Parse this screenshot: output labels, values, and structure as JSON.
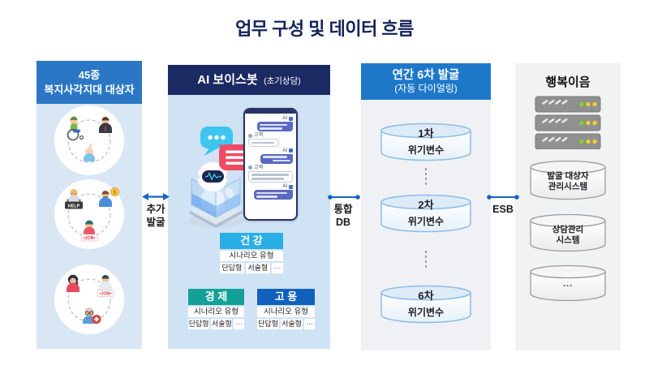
{
  "title": "업무 구성 및 데이터 흐름",
  "col_targets": {
    "header_line1": "45종",
    "header_line2": "복지사각지대 대상자",
    "badges": {
      "help": "HELP",
      "job": "JOB",
      "coin": "$"
    }
  },
  "col_voicebot": {
    "header_main": "AI 보이스봇",
    "header_sub": "(초기상담)",
    "chat_labels": {
      "ai": "AI",
      "customer": "고객"
    },
    "categories": [
      {
        "title": "건 강",
        "scenario": "시나리오 유형",
        "cells": [
          "단답형",
          "서술형",
          "⋯"
        ]
      },
      {
        "title": "경 제",
        "scenario": "시나리오 유형",
        "cells": [
          "단답형",
          "서술형",
          "⋯"
        ]
      },
      {
        "title": "고 용",
        "scenario": "시나리오 유형",
        "cells": [
          "단답형",
          "서술형",
          "⋯"
        ]
      }
    ]
  },
  "col_discovery": {
    "header_main": "연간 6차 발굴",
    "header_sub": "(자동 다이얼링)",
    "cylinders": [
      {
        "round": "1차",
        "label": "위기변수"
      },
      {
        "round": "2차",
        "label": "위기변수"
      },
      {
        "round": "6차",
        "label": "위기변수"
      }
    ]
  },
  "col_happiness": {
    "title": "행복이음",
    "cylinders": [
      {
        "line1": "발굴 대상자",
        "line2": "관리시스템"
      },
      {
        "line1": "상담관리",
        "line2": "시스템"
      },
      {
        "line1": "···",
        "line2": ""
      }
    ]
  },
  "connectors": {
    "c1": {
      "line1": "추가",
      "line2": "발굴"
    },
    "c2": {
      "line1": "통합",
      "line2": "DB"
    },
    "c3": {
      "line1": "ESB"
    }
  },
  "colors": {
    "title_navy": "#14215A",
    "targets_header_blue": "#2B77C5",
    "light_blue_body": "#D9E7F5",
    "voicebot_header_navy": "#1B2A63",
    "discovery_header_blue": "#1E78CA",
    "gray_panel": "#F1F2F4",
    "arrow_blue": "#1565C0",
    "health_cyan": "#29AEE6",
    "economy_teal": "#13A098",
    "employment_blue": "#1061BD",
    "chat_bubble_blue": "#5A68C4",
    "speech_bubble_cyan": "#3EC6F0",
    "speech_bubble_red": "#F04B63",
    "cylinder_blue_stroke": "#8ABDE8",
    "cylinder_gray_stroke": "#9B9B9D"
  }
}
